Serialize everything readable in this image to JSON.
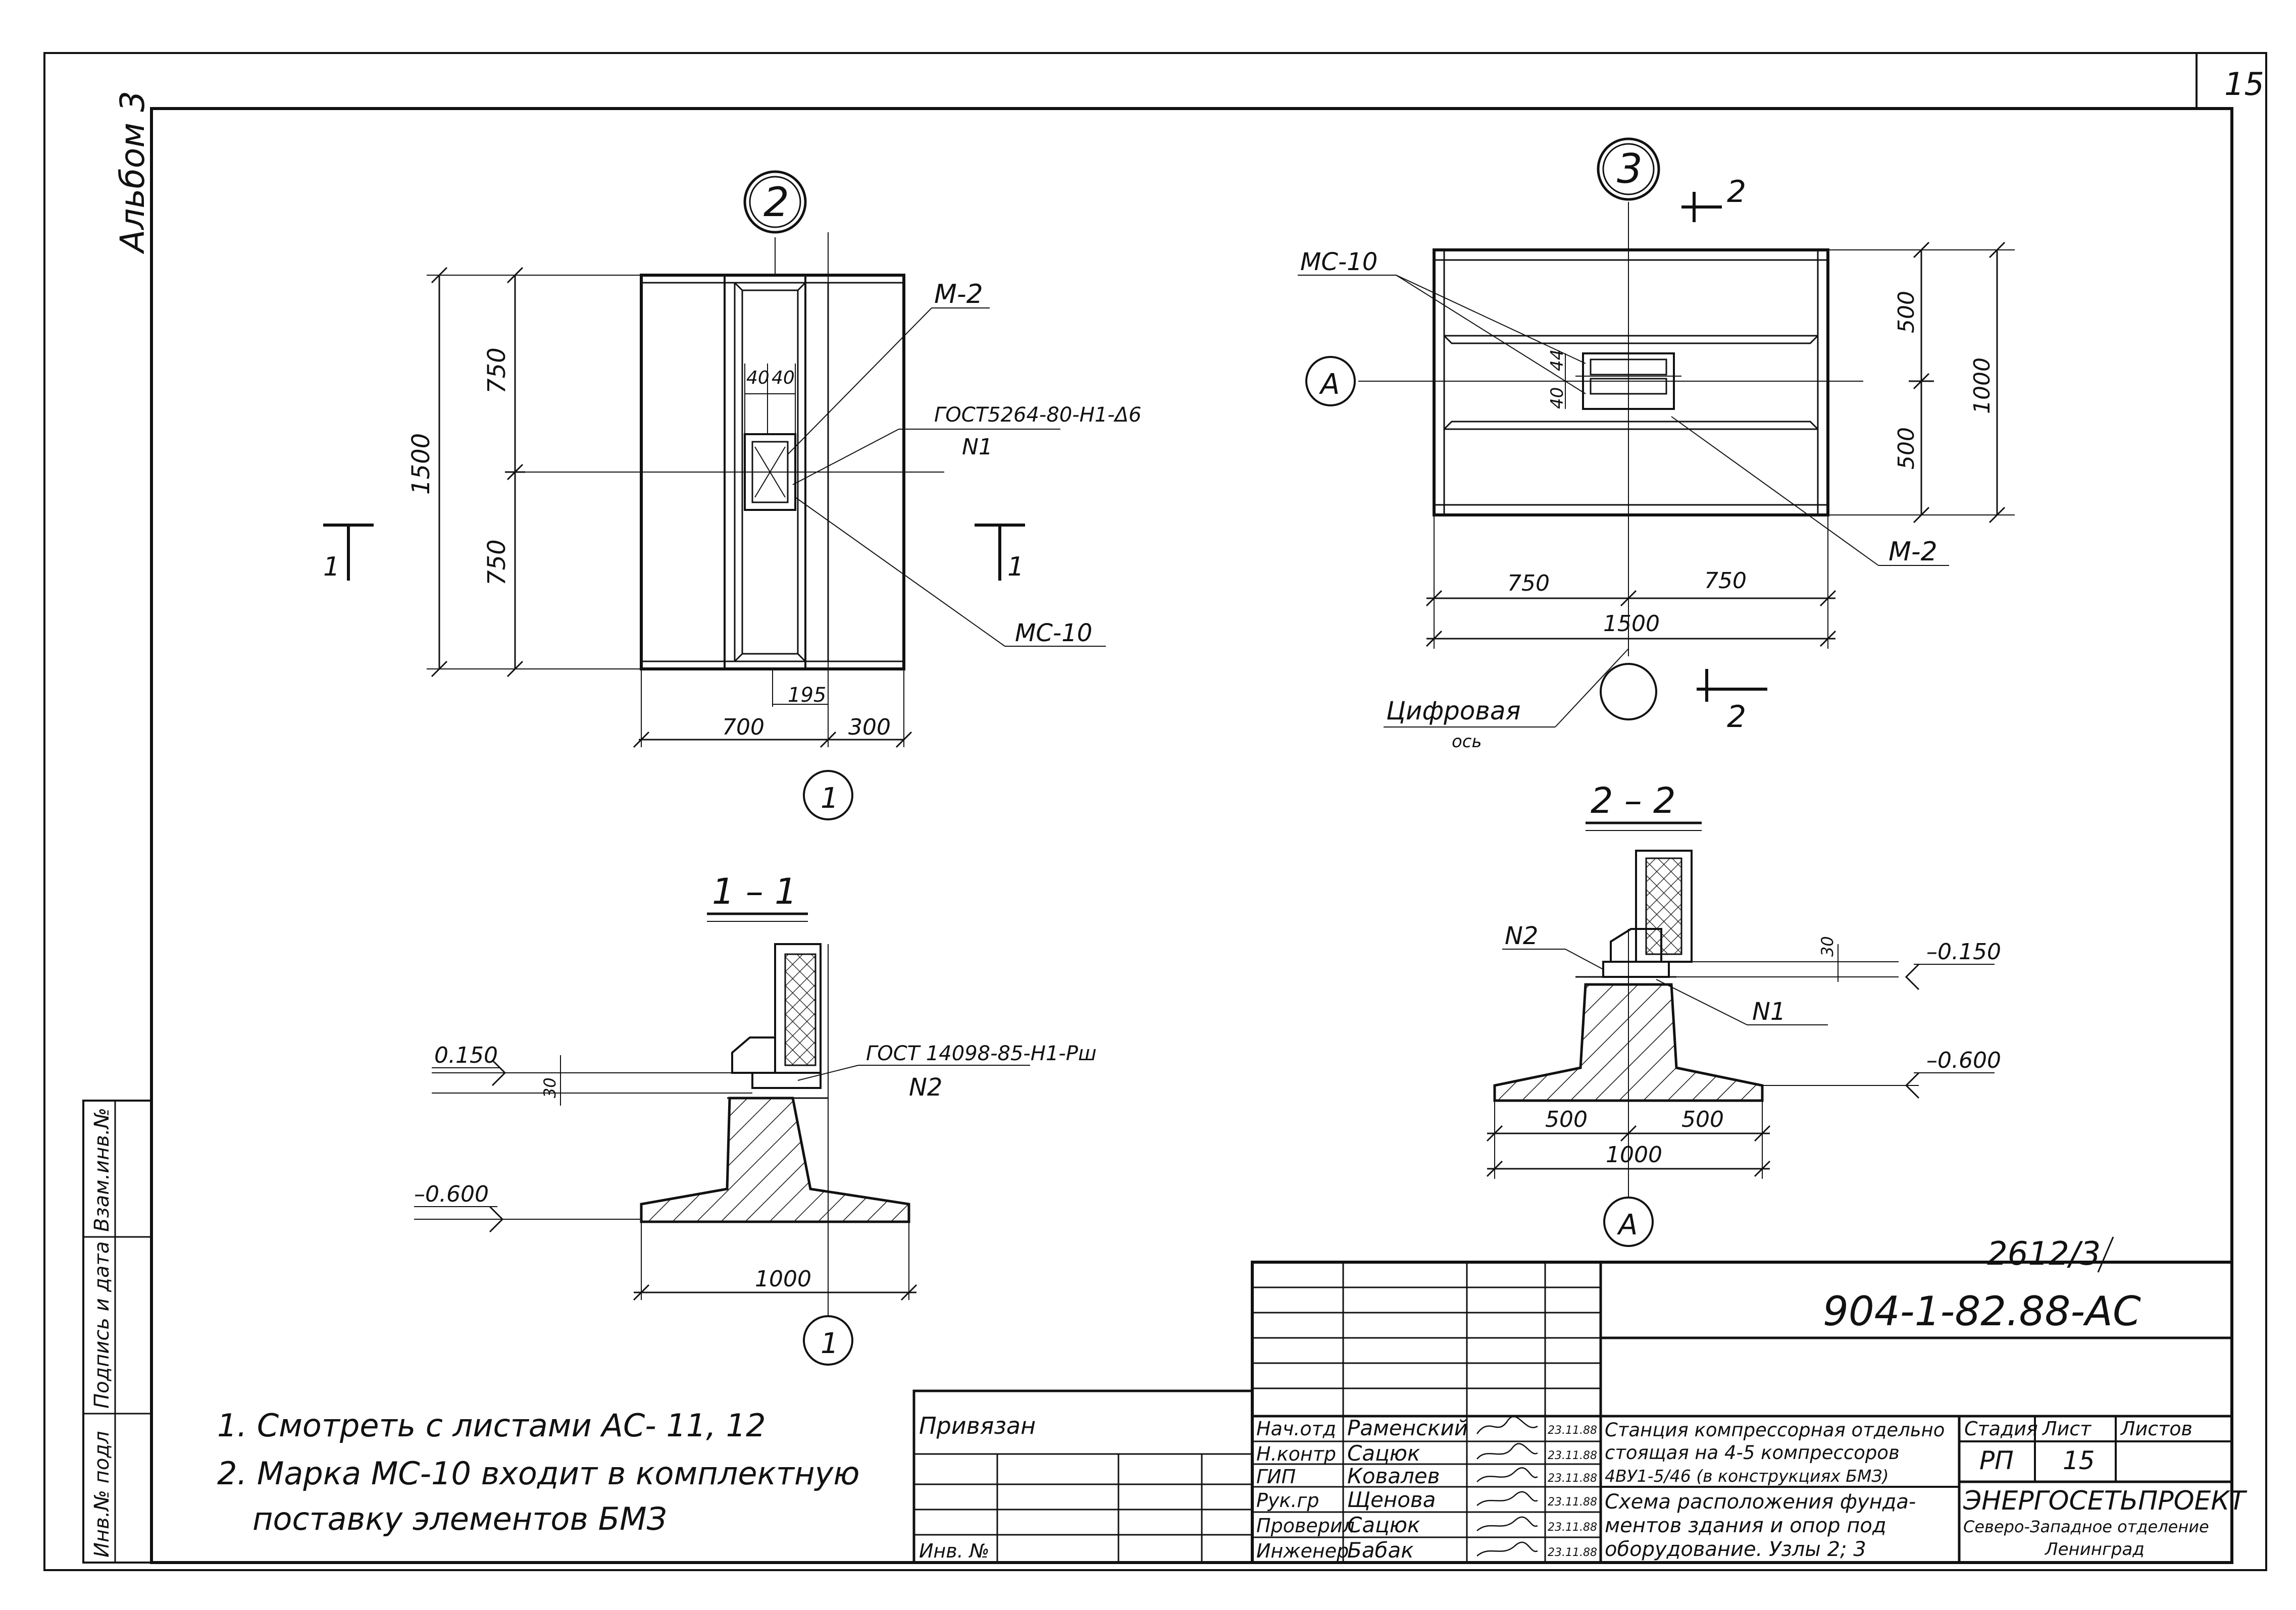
{
  "sheet_number": "15",
  "album": "Альбом 3",
  "side_stamp": {
    "inv_no": "Инв.№ подл",
    "sign_date": "Подпись и дата",
    "replace_inv": "Взам.инв.№"
  },
  "node2": {
    "label": "2",
    "dim_750_top": "750",
    "dim_750_bottom": "750",
    "dim_1500": "1500",
    "dim_40a": "40",
    "dim_40b": "40",
    "dim_195": "195",
    "dim_700": "700",
    "dim_300": "300",
    "callout_m2": "М-2",
    "callout_gost": "ГОСТ5264-80-Н1-Δ6",
    "callout_n1": "N1",
    "callout_mc10": "МС-10",
    "section_mark": "1",
    "axis_label": "1"
  },
  "node3": {
    "label": "3",
    "section_mark": "2",
    "callout_mc10": "МС-10",
    "axis_a": "А",
    "dim_40": "40",
    "dim_44": "44",
    "dim_500_top": "500",
    "dim_500_bottom": "500",
    "dim_1000": "1000",
    "callout_m2": "М-2",
    "dim_750": "750",
    "dim_750b": "750",
    "dim_1500": "1500",
    "digital_axis": "Цифровая",
    "axis_word": "ось"
  },
  "section_1_1": {
    "title": "1 – 1",
    "level_top": "0.150",
    "level_bottom": "–0.600",
    "dim_30": "30",
    "callout_gost": "ГОСТ 14098-85-Н1-Рш",
    "callout_n2": "N2",
    "dim_1000": "1000",
    "axis_label": "1"
  },
  "section_2_2": {
    "title": "2 – 2",
    "level_top": "–0.150",
    "level_bottom": "–0.600",
    "dim_30": "30",
    "callout_n2": "N2",
    "callout_n1": "N1",
    "dim_500a": "500",
    "dim_500b": "500",
    "dim_1000": "1000",
    "axis_label": "А"
  },
  "notes": [
    "1. Смотреть с листами АС- 11, 12",
    "2. Марка МС-10 входит в комплектную",
    "поставку элементов БМЗ"
  ],
  "title_block": {
    "order_no": "2612/3",
    "doc_code": "904-1-82.88-АС",
    "attached": "Привязан",
    "inv_no": "Инв. №",
    "roles": [
      "Нач.отд",
      "Н.контр",
      "ГИП",
      "Рук.гр",
      "Проверил",
      "Инженер"
    ],
    "names": [
      "Раменский",
      "Сацюк",
      "Ковалев",
      "Щенова",
      "Сацюк",
      "Бабак"
    ],
    "dates": [
      "23.11.88",
      "23.11.88",
      "23.11.88",
      "23.11.88",
      "23.11.88",
      "23.11.88"
    ],
    "project_title": [
      "Станция компрессорная отдельно",
      "стоящая на 4-5 компрессоров",
      "4ВУ1-5/46 (в конструкциях БМЗ)"
    ],
    "sheet_title": [
      "Схема расположения фунда-",
      "ментов здания и опор под",
      "оборудование. Узлы 2; 3"
    ],
    "stage_header": "Стадия",
    "sheet_header": "Лист",
    "sheets_header": "Листов",
    "stage_value": "РП",
    "sheet_value": "15",
    "org_name": "ЭНЕРГОСЕТЬПРОЕКТ",
    "org_branch": "Северо-Западное отделение",
    "org_city": "Ленинград"
  }
}
